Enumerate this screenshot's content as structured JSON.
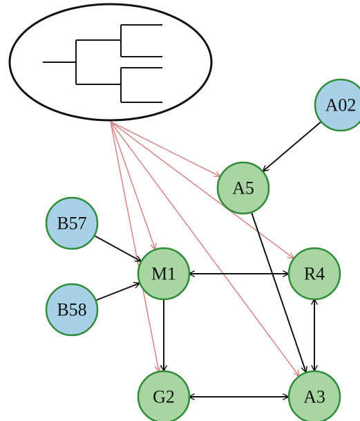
{
  "colors": {
    "green_fill": "#a8d5a2",
    "green_stroke": "#2e8b3a",
    "blue_fill": "#a8d0e6",
    "blue_stroke": "#2e8b3a",
    "red_edge": "#d98a8a",
    "black_edge": "#111111"
  },
  "source": {
    "name": "tree-source",
    "kind": "dendrogram-in-ellipse"
  },
  "nodes": [
    {
      "id": "A02",
      "label": "A02",
      "kind": "blue"
    },
    {
      "id": "A5",
      "label": "A5",
      "kind": "green"
    },
    {
      "id": "B57",
      "label": "B57",
      "kind": "blue"
    },
    {
      "id": "M1",
      "label": "M1",
      "kind": "green"
    },
    {
      "id": "R4",
      "label": "R4",
      "kind": "green"
    },
    {
      "id": "B58",
      "label": "B58",
      "kind": "blue"
    },
    {
      "id": "G2",
      "label": "G2",
      "kind": "green"
    },
    {
      "id": "A3",
      "label": "A3",
      "kind": "green"
    }
  ],
  "edges": [
    {
      "from": "TREE",
      "to": "A5",
      "color": "red",
      "dir": "forward"
    },
    {
      "from": "TREE",
      "to": "R4",
      "color": "red",
      "dir": "forward"
    },
    {
      "from": "TREE",
      "to": "M1",
      "color": "red",
      "dir": "forward"
    },
    {
      "from": "TREE",
      "to": "G2",
      "color": "red",
      "dir": "forward"
    },
    {
      "from": "TREE",
      "to": "A3",
      "color": "red",
      "dir": "forward"
    },
    {
      "from": "A02",
      "to": "A5",
      "color": "black",
      "dir": "forward"
    },
    {
      "from": "A5",
      "to": "A3",
      "color": "black",
      "dir": "forward"
    },
    {
      "from": "B57",
      "to": "M1",
      "color": "black",
      "dir": "forward"
    },
    {
      "from": "B58",
      "to": "M1",
      "color": "black",
      "dir": "forward"
    },
    {
      "from": "M1",
      "to": "R4",
      "color": "black",
      "dir": "both"
    },
    {
      "from": "M1",
      "to": "G2",
      "color": "black",
      "dir": "forward"
    },
    {
      "from": "R4",
      "to": "A3",
      "color": "black",
      "dir": "both"
    },
    {
      "from": "G2",
      "to": "A3",
      "color": "black",
      "dir": "both"
    }
  ]
}
